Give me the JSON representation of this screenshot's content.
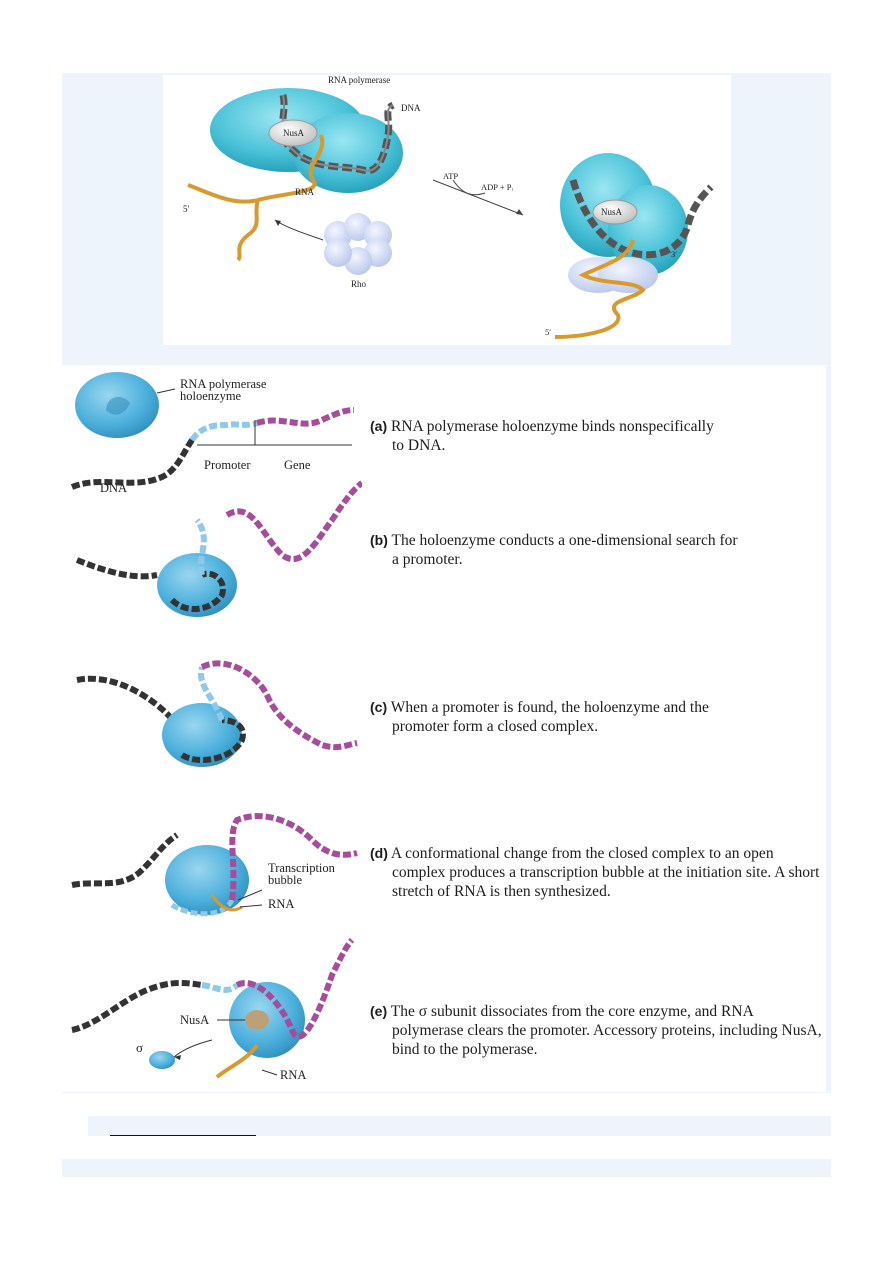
{
  "top_figure": {
    "labels": {
      "rna_polymerase": "RNA polymerase",
      "dna": "DNA",
      "nusa": "NusA",
      "rna": "RNA",
      "five_prime": "5′",
      "atp": "ATP",
      "adp": "ADP + Pᵢ",
      "rho": "Rho",
      "nusa_right": "NusA",
      "three_prime": "3′",
      "five_prime_right": "5′"
    }
  },
  "steps": [
    {
      "letter": "(a)",
      "caption_first": "RNA polymerase holoenzyme binds nonspecifically",
      "caption_rest": "to DNA.",
      "labels": {
        "holoenzyme": "RNA polymerase holoenzyme",
        "promoter": "Promoter",
        "gene": "Gene",
        "dna": "DNA"
      }
    },
    {
      "letter": "(b)",
      "caption_first": "The holoenzyme conducts a one-dimensional search for",
      "caption_rest": "a promoter."
    },
    {
      "letter": "(c)",
      "caption_first": "When a promoter is found, the holoenzyme and the",
      "caption_rest": "promoter form a closed complex."
    },
    {
      "letter": "(d)",
      "caption_first": "A conformational change from the closed complex to an open",
      "caption_rest": "complex produces a transcription bubble at the initiation site. A short stretch of RNA is then synthesized.",
      "labels": {
        "bubble": "Transcription bubble",
        "rna": "RNA"
      }
    },
    {
      "letter": "(e)",
      "caption_first": "The σ subunit dissociates from the core enzyme, and RNA",
      "caption_rest": "polymerase clears the promoter. Accessory proteins, including NusA, bind to the polymerase.",
      "labels": {
        "nusa": "NusA",
        "sigma": "σ",
        "rna": "RNA"
      }
    }
  ]
}
